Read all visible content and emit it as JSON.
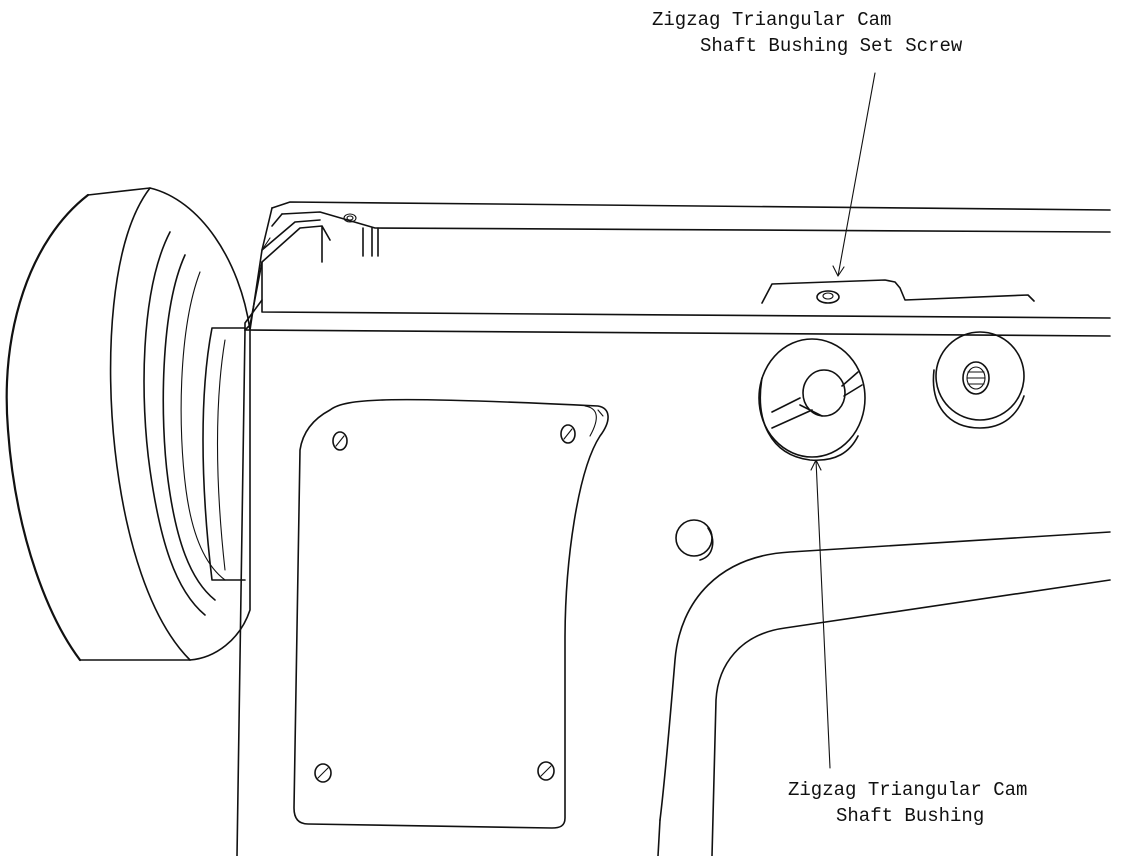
{
  "labels": {
    "set_screw_line1": "Zigzag Triangular Cam",
    "set_screw_line2": "Shaft Bushing Set Screw",
    "bushing_line1": "Zigzag Triangular Cam",
    "bushing_line2": "Shaft Bushing"
  }
}
